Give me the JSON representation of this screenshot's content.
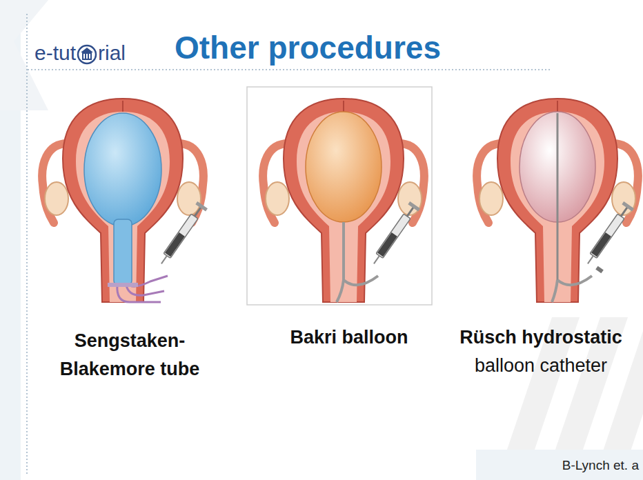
{
  "diagram": {
    "title": "Other procedures",
    "labels": [
      "e-tut",
      "rial",
      "Sengstaken- Blakemore tube",
      "Bakri balloon",
      "Rüsch hydrostatic",
      "balloon catheter",
      "B-Lynch et. a"
    ]
  }
}
